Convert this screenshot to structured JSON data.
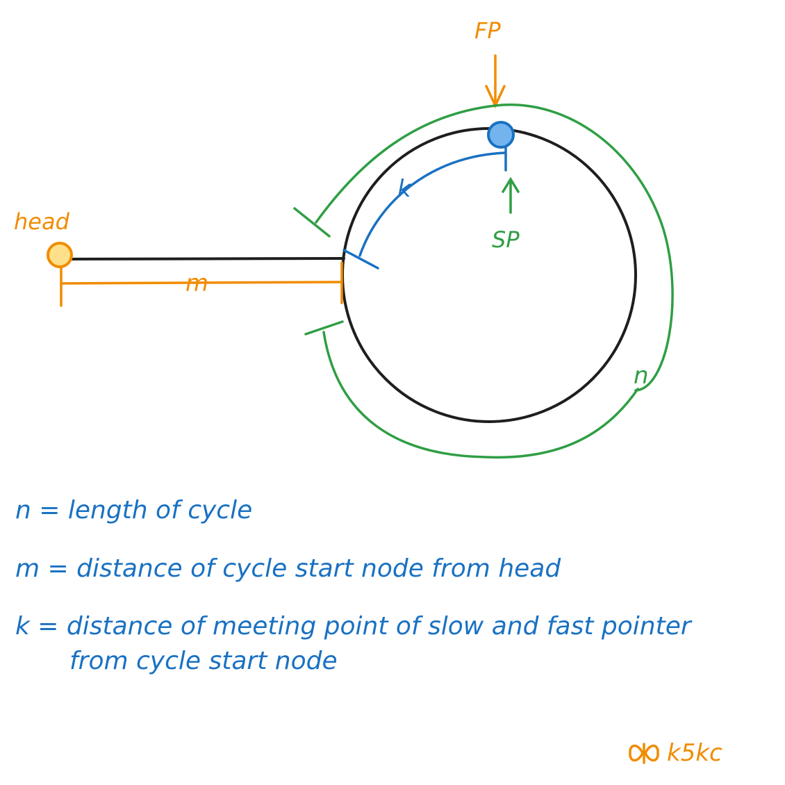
{
  "labels": {
    "fast_pointer": "FP",
    "slow_pointer": "SP",
    "head": "head",
    "k": "k",
    "m": "m",
    "n": "n"
  },
  "legend": {
    "n": "n = length of cycle",
    "m": "m = distance of cycle start node from head",
    "k_line1": "k = distance of meeting point of slow and fast pointer",
    "k_line2": "from cycle start node"
  },
  "signature": {
    "text": "k5kc",
    "icon": "butterfly-logo-icon"
  },
  "colors": {
    "orange": "#f08c00",
    "blue": "#1971c2",
    "green": "#2f9e44",
    "black": "#1e1e1e",
    "head_fill": "#ffe08a",
    "meet_fill": "#74b4ee"
  }
}
